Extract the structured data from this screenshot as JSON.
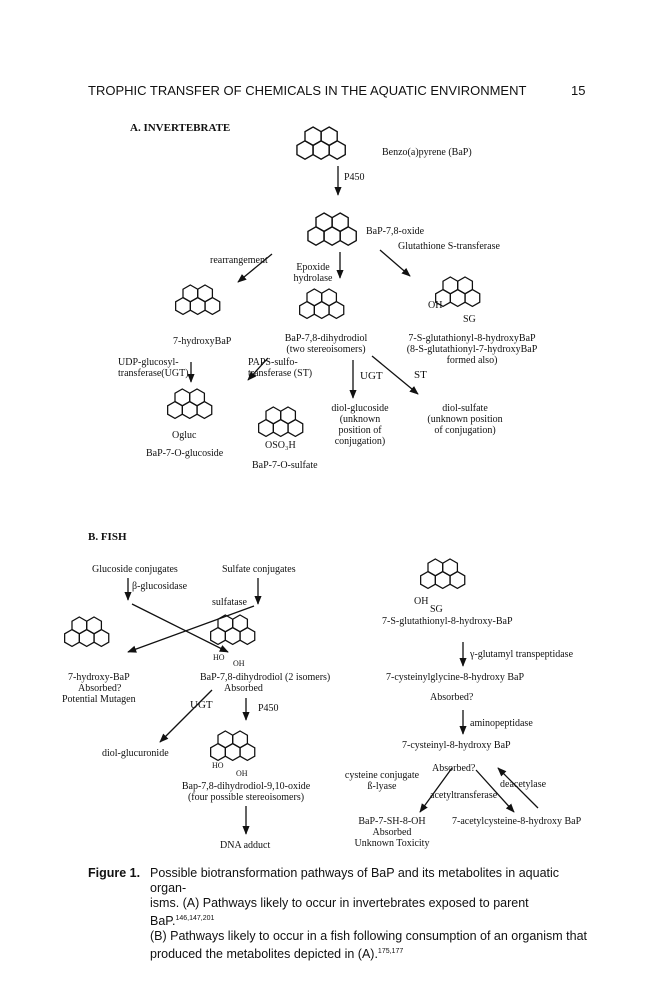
{
  "header": {
    "title": "TROPHIC TRANSFER OF CHEMICALS IN THE AQUATIC ENVIRONMENT",
    "page_number": "15"
  },
  "section_a": {
    "heading": "A.   INVERTEBRATE",
    "bap": "Benzo(a)pyrene (BaP)",
    "p450": "P450",
    "oxide": "BaP-7,8-oxide",
    "gst": "Glutathione S-transferase",
    "rearrangement": "rearrangement",
    "epoxide_hydrolase": [
      "Epoxide",
      "hydrolase"
    ],
    "oh": "OH",
    "sg": "SG",
    "hydroxy_bap": "7-hydroxyBaP",
    "dihydrodiol": [
      "BaP-7,8-dihydrodiol",
      "(two stereoisomers)"
    ],
    "glutathionyl": [
      "7-S-glutathionyl-8-hydroxyBaP",
      "(8-S-glutathionyl-7-hydroxyBaP",
      "formed also)"
    ],
    "udp": [
      "UDP-glucosyl-",
      "transferase(UGT)"
    ],
    "paps": [
      "PAPS-sulfo-",
      "transferase (ST)"
    ],
    "ugt": "UGT",
    "st": "ST",
    "ogluc": "Ogluc",
    "oso3h": "OSO₃H",
    "glucoside": "BaP-7-O-glucoside",
    "sulfate": "BaP-7-O-sulfate",
    "diol_glucoside": [
      "diol-glucoside",
      "(unknown",
      "position of",
      "conjugation)"
    ],
    "diol_sulfate": [
      "diol-sulfate",
      "(unknown position",
      "of conjugation)"
    ]
  },
  "section_b": {
    "heading": "B.   FISH",
    "glucoside_conjugates": "Glucoside conjugates",
    "sulfate_conjugates": "Sulfate conjugates",
    "b_glucosidase": "β-glucosidase",
    "sulfatase": "sulfatase",
    "hydroxy_bap": [
      "7-hydroxy-BaP",
      "Absorbed?",
      "Potential Mutagen"
    ],
    "dihydrodiol": [
      "BaP-7,8-dihydrodiol (2 isomers)",
      "Absorbed"
    ],
    "ugt": "UGT",
    "p450": "P450",
    "diol_glucuronide": "diol-glucuronide",
    "diol_epoxide": [
      "Bap-7,8-dihydrodiol-9,10-oxide",
      "(four possible stereoisomers)"
    ],
    "dna_adduct": "DNA adduct",
    "ho": "HO",
    "oh": "OH",
    "sg": "SG",
    "glutathionyl": "7-S-glutathionyl-8-hydroxy-BaP",
    "gamma_gt": "γ-glutamyl transpeptidase",
    "cysteinylglycine": "7-cysteinylglycine-8-hydroxy BaP",
    "absorbed_q": "Absorbed?",
    "aminopeptidase": "aminopeptidase",
    "cysteinyl": "7-cysteinyl-8-hydroxy BaP",
    "cys_conjugate": [
      "cysteine conjugate",
      "ß-lyase"
    ],
    "absorbed_q2": "Absorbed?",
    "acetyltransferase": "acetyltransferase",
    "deacetylase": "deacetylase",
    "sh_oh": [
      "BaP-7-SH-8-OH",
      "Absorbed",
      "Unknown Toxicity"
    ],
    "acetylcysteine": "7-acetylcysteine-8-hydroxy BaP"
  },
  "caption": {
    "label": "Figure 1.",
    "line1": "Possible biotransformation pathways of BaP and its metabolites in aquatic organ-",
    "line2": "isms. (A) Pathways likely to occur in invertebrates exposed to parent BaP.",
    "refs1": "146,147,201",
    "line3": "(B) Pathways likely to occur in a fish following consumption of an organism that",
    "line4": "produced the metabolites depicted in (A).",
    "refs2": "175,177"
  }
}
